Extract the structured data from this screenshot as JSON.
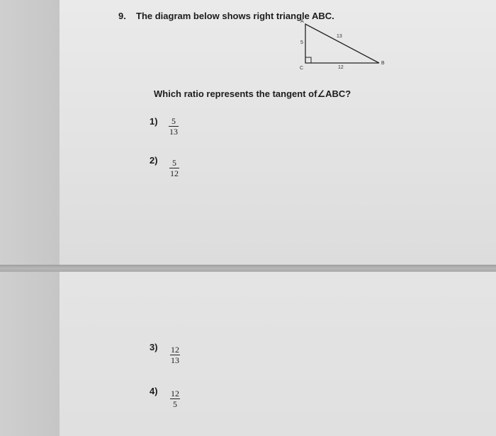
{
  "question": {
    "number": "9.",
    "title": "The diagram below shows right triangle ABC.",
    "prompt": "Which ratio represents the tangent of∠ABC?"
  },
  "diagram": {
    "vertex_a": "A",
    "vertex_b": "B",
    "vertex_c": "C",
    "side_ac": "5",
    "side_cb": "12",
    "side_ab": "13"
  },
  "choices": [
    {
      "label": "1)",
      "numerator": "5",
      "denominator": "13"
    },
    {
      "label": "2)",
      "numerator": "5",
      "denominator": "12"
    },
    {
      "label": "3)",
      "numerator": "12",
      "denominator": "13"
    },
    {
      "label": "4)",
      "numerator": "12",
      "denominator": "5"
    }
  ]
}
